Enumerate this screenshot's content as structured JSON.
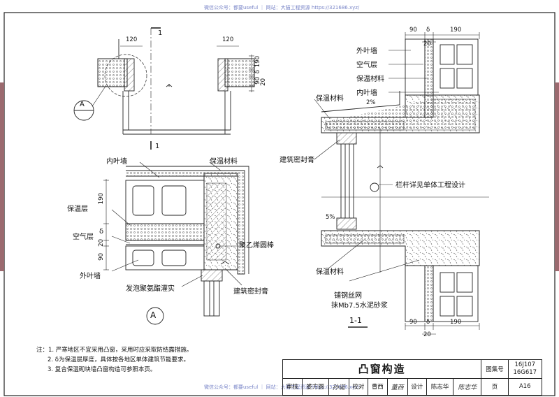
{
  "watermark_top": "微信公众号：都要useful ｜ 网站：大猫工程资源 https://321686.xyz/",
  "watermark_bottom": "微信公众号：都要useful ｜ 网站：大猫工程资源 https://321686.xyz/",
  "plan": {
    "dim_120_left": "120",
    "dim_120_right": "120",
    "section_mark_top": "1",
    "section_mark_bottom": "1",
    "detail_callout": "A",
    "dims_vertical_right": [
      "190",
      "δ",
      "90",
      "20"
    ]
  },
  "detail_a": {
    "labels": {
      "inner_leaf": "内叶墙",
      "insulation_top": "保温材料",
      "insulation_layer": "保温层",
      "air_layer": "空气层",
      "outer_leaf": "外叶墙",
      "pe_rod": "聚乙烯圆棒",
      "pu_foam": "发泡聚氨酯灌实",
      "sealant": "建筑密封膏"
    },
    "dims": [
      "190",
      "δ",
      "20",
      "90"
    ],
    "callout": "A"
  },
  "section_1_1": {
    "dims_top": [
      "90",
      "δ",
      "190",
      "20"
    ],
    "dims_bottom": [
      "90",
      "δ",
      "190",
      "20"
    ],
    "labels": {
      "outer_leaf": "外叶墙",
      "air_layer": "空气层",
      "insulation_material": "保温材料",
      "inner_leaf": "内叶墙",
      "insulation_top": "保温材料",
      "slope_top": "2%",
      "sealant": "建筑密封膏",
      "railing": "栏杆详见单体工程设计",
      "slope_bottom": "5%",
      "insulation_bottom": "保温材料",
      "mesh_line1": "铺钢丝网",
      "mesh_line2": "抹Mb7.5水泥砂浆"
    },
    "title": "1-1"
  },
  "notes": [
    "注：1. 严寒地区不宜采用凸窗，采用时应采取防结露措施。",
    "2. δ为保温层厚度，具体按各地区单体建筑节能要求。",
    "3. 复合保温砌块墙凸窗构造可参照本页。"
  ],
  "title_block": {
    "title": "凸窗构造",
    "atlas_label": "图集号",
    "atlas_no_1": "16J107",
    "atlas_no_2": "16G617",
    "review_label": "审核",
    "review_name": "娄方圆",
    "review_sig": "孙诞",
    "check_label": "校对",
    "check_name": "曹西",
    "check_sig": "董西",
    "design_label": "设计",
    "design_name": "陈志华",
    "design_sig": "陈志华",
    "page_label": "页",
    "page_no": "A16"
  },
  "colors": {
    "line": "#1a1a1a",
    "frame_band": "#9b6a6f",
    "watermark": "#7a86c8"
  }
}
